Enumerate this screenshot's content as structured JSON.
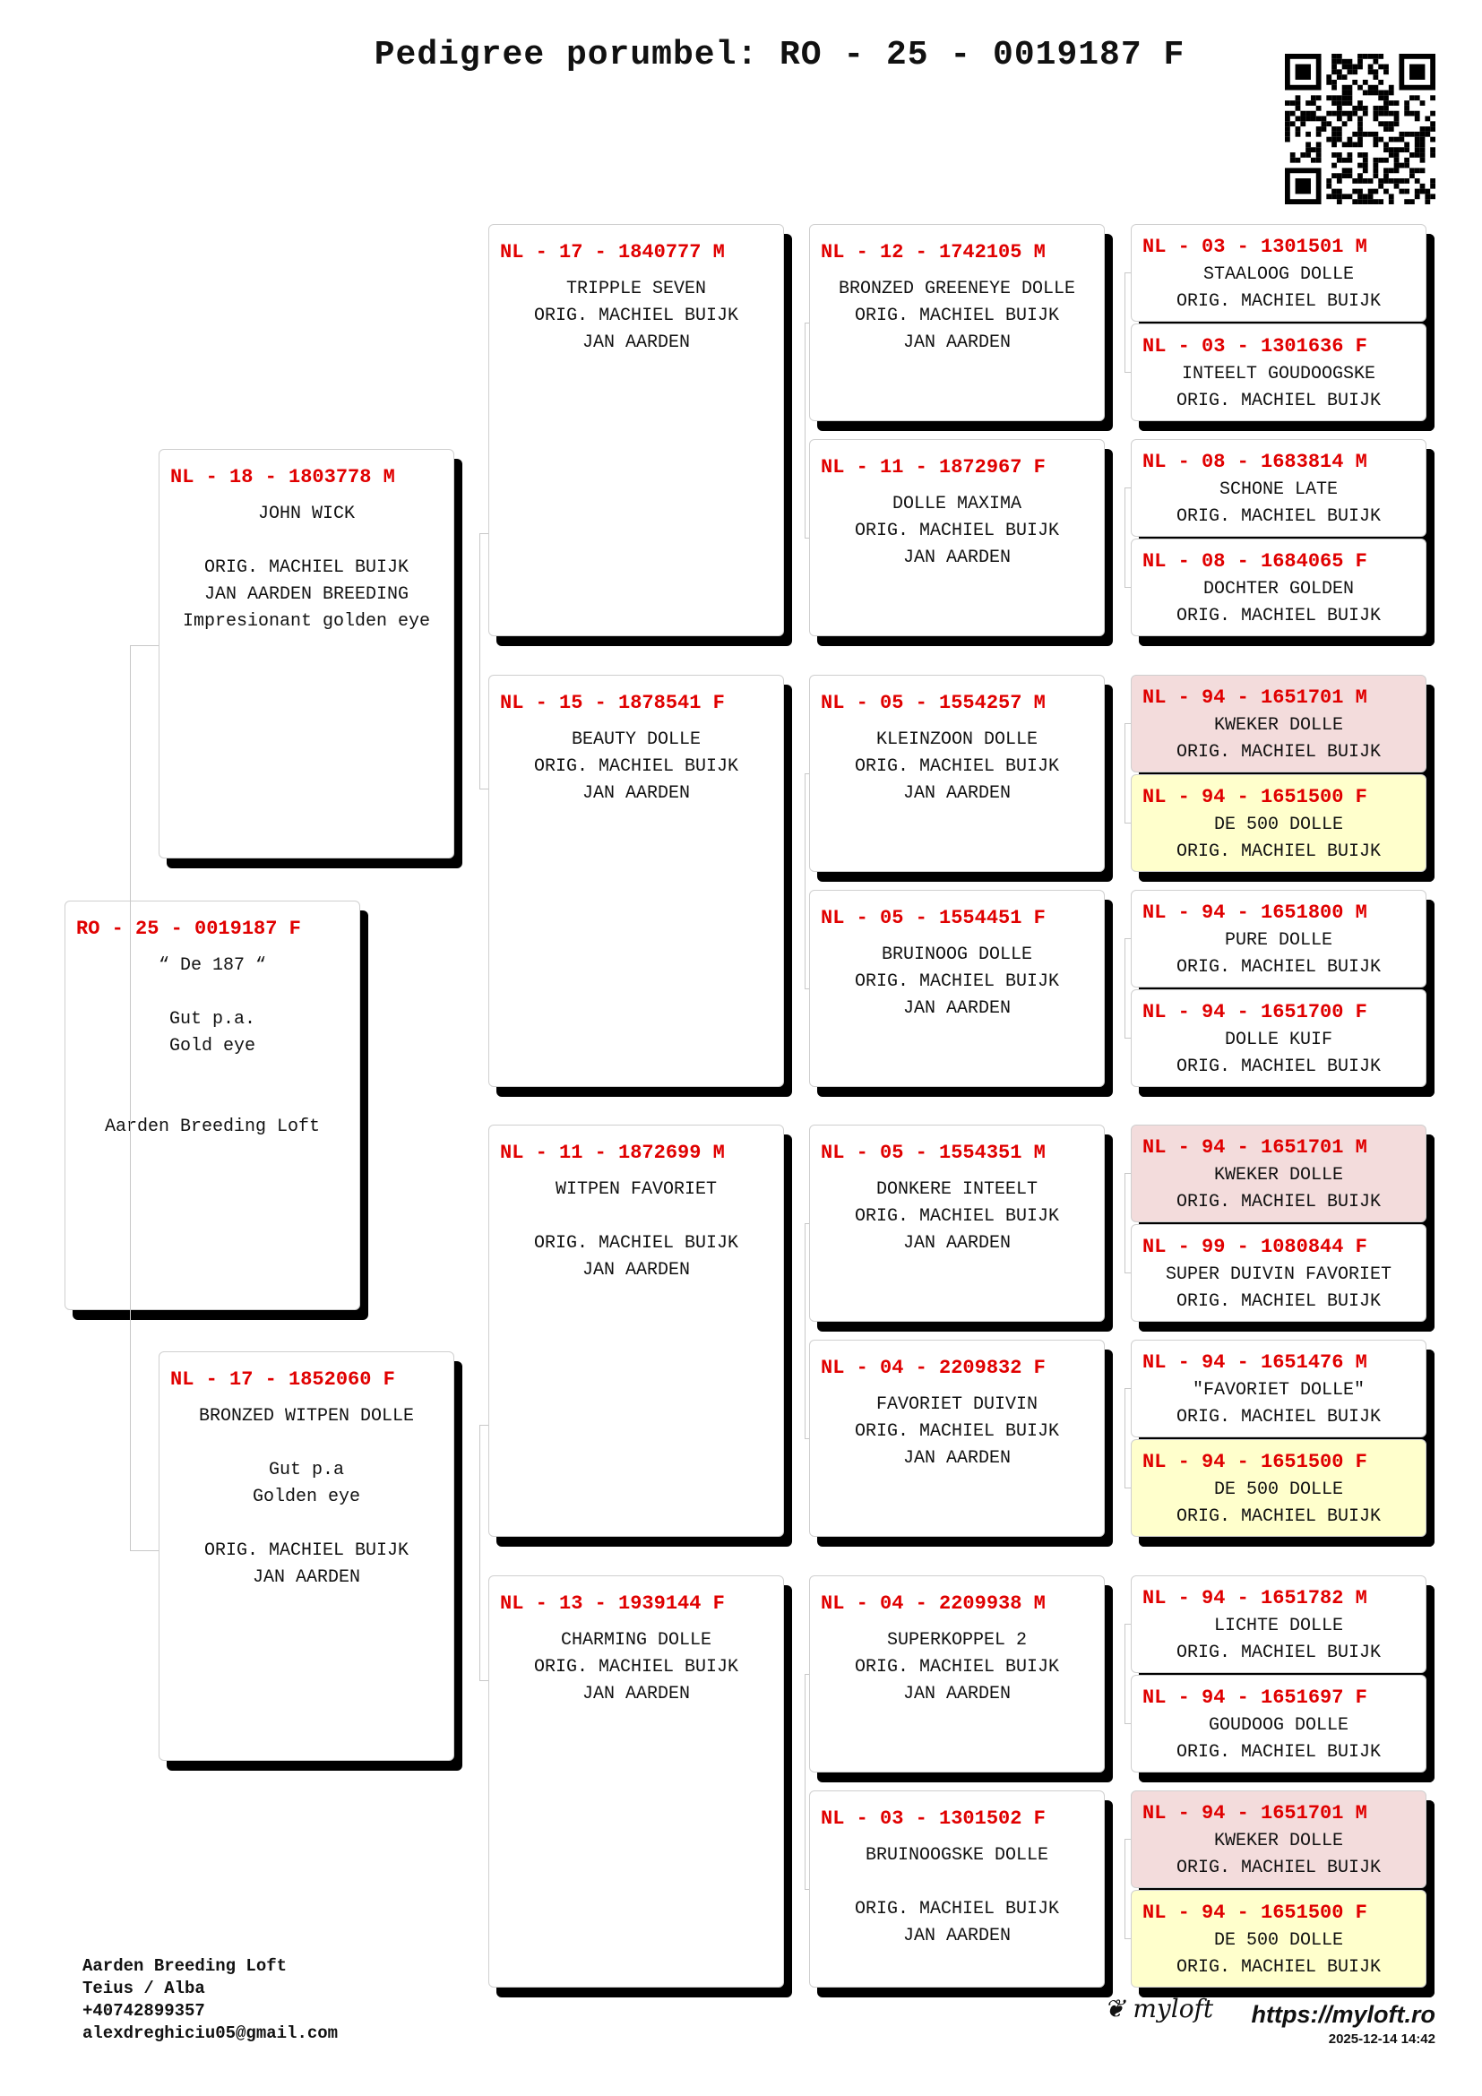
{
  "title": "Pedigree porumbel: RO - 25 - 0019187 F",
  "colors": {
    "ring": "#e00000",
    "pink": "#f3dcdc",
    "yellow": "#ffffcc",
    "card": "#ffffff"
  },
  "pedigree": {
    "subject": {
      "ring": "RO - 25 - 0019187 F",
      "lines": [
        "“ De 187 “",
        "",
        "Gut p.a.",
        "Gold eye",
        "",
        "",
        "Aarden Breeding Loft"
      ]
    },
    "parents": [
      {
        "ring": "NL - 18 - 1803778 M",
        "lines": [
          "JOHN WICK",
          "",
          "ORIG. MACHIEL BUIJK",
          "JAN AARDEN BREEDING",
          "Impresionant golden eye"
        ]
      },
      {
        "ring": "NL - 17 - 1852060 F",
        "lines": [
          "BRONZED WITPEN DOLLE",
          "",
          "Gut p.a",
          "Golden eye",
          "",
          "ORIG. MACHIEL BUIJK",
          "JAN AARDEN"
        ]
      }
    ],
    "grandparents": [
      {
        "ring": "NL - 17 - 1840777 M",
        "lines": [
          "TRIPPLE SEVEN",
          "ORIG. MACHIEL BUIJK",
          "JAN AARDEN"
        ]
      },
      {
        "ring": "NL - 15 - 1878541 F",
        "lines": [
          "BEAUTY DOLLE",
          "ORIG. MACHIEL BUIJK",
          "JAN AARDEN"
        ]
      },
      {
        "ring": "NL - 11 - 1872699 M",
        "lines": [
          "WITPEN FAVORIET",
          "",
          "ORIG. MACHIEL BUIJK",
          "JAN AARDEN"
        ]
      },
      {
        "ring": "NL - 13 - 1939144 F",
        "lines": [
          "CHARMING DOLLE",
          "ORIG. MACHIEL BUIJK",
          "JAN AARDEN"
        ]
      }
    ],
    "great_grandparents": [
      {
        "ring": "NL - 12 - 1742105 M",
        "lines": [
          "BRONZED GREENEYE DOLLE",
          "ORIG. MACHIEL BUIJK",
          "JAN AARDEN"
        ]
      },
      {
        "ring": "NL - 11 - 1872967 F",
        "lines": [
          "DOLLE MAXIMA",
          "ORIG. MACHIEL BUIJK",
          "JAN AARDEN"
        ]
      },
      {
        "ring": "NL - 05 - 1554257 M",
        "lines": [
          "KLEINZOON DOLLE",
          "ORIG. MACHIEL BUIJK",
          "JAN AARDEN"
        ]
      },
      {
        "ring": "NL - 05 - 1554451 F",
        "lines": [
          "BRUINOOG DOLLE",
          "ORIG. MACHIEL BUIJK",
          "JAN AARDEN"
        ]
      },
      {
        "ring": "NL - 05 - 1554351 M",
        "lines": [
          "DONKERE INTEELT",
          "ORIG. MACHIEL BUIJK",
          "JAN AARDEN"
        ]
      },
      {
        "ring": "NL - 04 - 2209832 F",
        "lines": [
          "FAVORIET DUIVIN",
          "ORIG. MACHIEL BUIJK",
          "JAN AARDEN"
        ]
      },
      {
        "ring": "NL - 04 - 2209938 M",
        "lines": [
          "SUPERKOPPEL 2",
          "ORIG. MACHIEL BUIJK",
          "JAN AARDEN"
        ]
      },
      {
        "ring": "NL - 03 - 1301502 F",
        "lines": [
          "BRUINOOGSKE DOLLE",
          "",
          "ORIG. MACHIEL BUIJK",
          "JAN AARDEN"
        ]
      }
    ],
    "great_great_grandparents": [
      {
        "ring": "NL - 03 - 1301501 M",
        "lines": [
          "STAALOOG DOLLE",
          "ORIG. MACHIEL BUIJK"
        ],
        "highlight": ""
      },
      {
        "ring": "NL - 03 - 1301636 F",
        "lines": [
          "INTEELT GOUDOOGSKE",
          "ORIG. MACHIEL BUIJK"
        ],
        "highlight": ""
      },
      {
        "ring": "NL - 08 - 1683814 M",
        "lines": [
          "SCHONE LATE",
          "ORIG. MACHIEL BUIJK"
        ],
        "highlight": ""
      },
      {
        "ring": "NL - 08 - 1684065 F",
        "lines": [
          "DOCHTER GOLDEN",
          "ORIG. MACHIEL BUIJK"
        ],
        "highlight": ""
      },
      {
        "ring": "NL - 94 - 1651701 M",
        "lines": [
          "KWEKER DOLLE",
          "ORIG. MACHIEL BUIJK"
        ],
        "highlight": "pink"
      },
      {
        "ring": "NL - 94 - 1651500 F",
        "lines": [
          "DE 500 DOLLE",
          "ORIG. MACHIEL BUIJK"
        ],
        "highlight": "yellow"
      },
      {
        "ring": "NL - 94 - 1651800 M",
        "lines": [
          "PURE DOLLE",
          "ORIG. MACHIEL BUIJK"
        ],
        "highlight": ""
      },
      {
        "ring": "NL - 94 - 1651700 F",
        "lines": [
          "DOLLE KUIF",
          "ORIG. MACHIEL BUIJK"
        ],
        "highlight": ""
      },
      {
        "ring": "NL - 94 - 1651701 M",
        "lines": [
          "KWEKER DOLLE",
          "ORIG. MACHIEL BUIJK"
        ],
        "highlight": "pink"
      },
      {
        "ring": "NL - 99 - 1080844 F",
        "lines": [
          "SUPER DUIVIN FAVORIET",
          "ORIG. MACHIEL BUIJK"
        ],
        "highlight": ""
      },
      {
        "ring": "NL - 94 - 1651476 M",
        "lines": [
          "\"FAVORIET DOLLE\"",
          "ORIG. MACHIEL BUIJK"
        ],
        "highlight": ""
      },
      {
        "ring": "NL - 94 - 1651500 F",
        "lines": [
          "DE 500 DOLLE",
          "ORIG. MACHIEL BUIJK"
        ],
        "highlight": "yellow"
      },
      {
        "ring": "NL - 94 - 1651782 M",
        "lines": [
          "LICHTE DOLLE",
          "ORIG. MACHIEL BUIJK"
        ],
        "highlight": ""
      },
      {
        "ring": "NL - 94 - 1651697 F",
        "lines": [
          "GOUDOOG DOLLE",
          "ORIG. MACHIEL BUIJK"
        ],
        "highlight": ""
      },
      {
        "ring": "NL - 94 - 1651701 M",
        "lines": [
          "KWEKER DOLLE",
          "ORIG. MACHIEL BUIJK"
        ],
        "highlight": "pink"
      },
      {
        "ring": "NL - 94 - 1651500 F",
        "lines": [
          "DE 500 DOLLE",
          "ORIG. MACHIEL BUIJK"
        ],
        "highlight": "yellow"
      }
    ]
  },
  "owner": {
    "name": "Aarden Breeding Loft",
    "location": "Teius / Alba",
    "phone": "+40742899357",
    "email": "alexdreghiciu05@gmail.com"
  },
  "brand": {
    "logo_text": "myloft",
    "url": "https://myloft.ro",
    "generated": "2025-12-14 14:42"
  }
}
